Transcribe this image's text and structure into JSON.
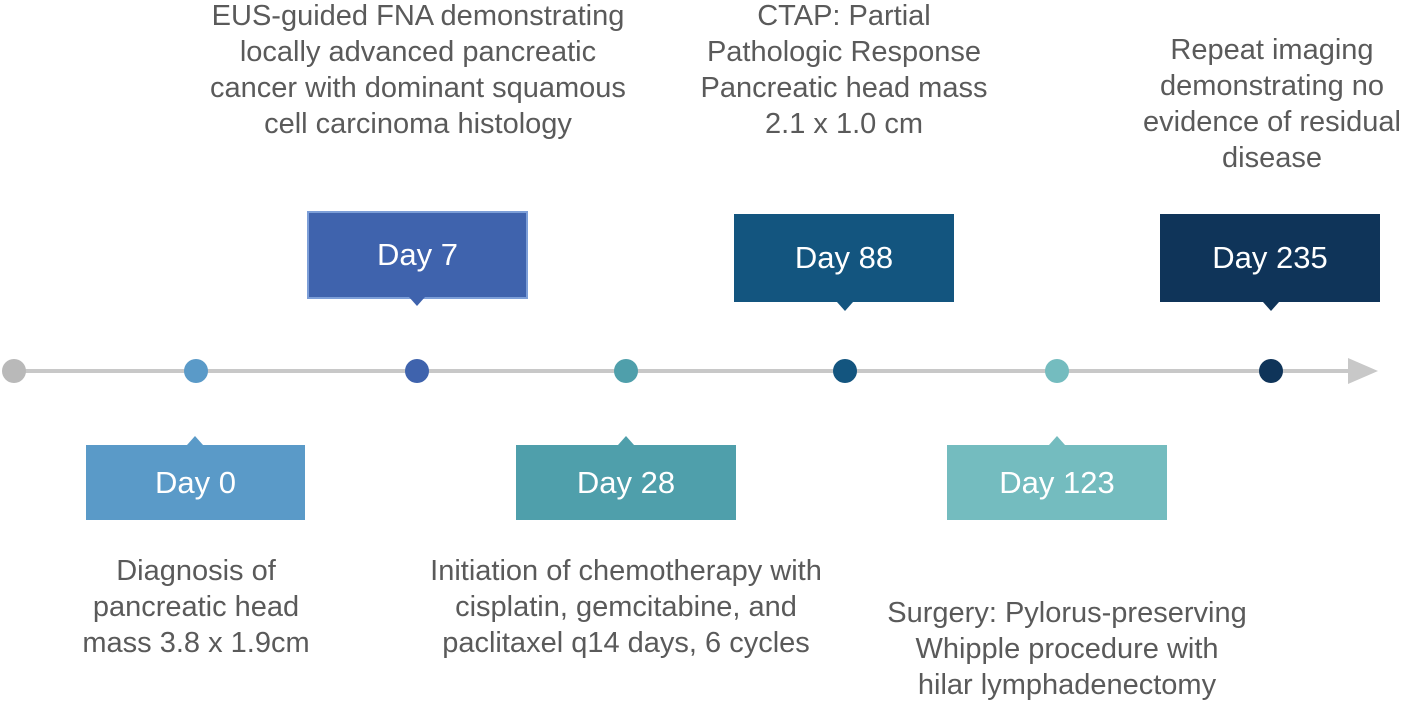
{
  "timeline": {
    "line_color": "#c8c8c8",
    "start_dot_color": "#b9b9b9",
    "events": [
      {
        "day": "Day 0",
        "color": "#5a9ac8",
        "description": "Diagnosis of\npancreatic head\nmass 3.8 x 1.9cm"
      },
      {
        "day": "Day 7",
        "color": "#3f63ad",
        "description": "EUS-guided FNA demonstrating\nlocally advanced pancreatic\ncancer with dominant squamous\ncell carcinoma histology"
      },
      {
        "day": "Day 28",
        "color": "#4f9fab",
        "description": "Initiation of chemotherapy with\ncisplatin, gemcitabine, and\npaclitaxel  q14 days, 6 cycles"
      },
      {
        "day": "Day 88",
        "color": "#13557f",
        "description": "CTAP: Partial\nPathologic Response\nPancreatic head mass\n2.1 x 1.0 cm"
      },
      {
        "day": "Day 123",
        "color": "#74bcbf",
        "description": "Surgery: Pylorus-preserving\nWhipple procedure with\nhilar lymphadenectomy"
      },
      {
        "day": "Day 235",
        "color": "#0f3459",
        "description": "Repeat imaging\ndemonstrating no\nevidence of residual\ndisease"
      }
    ]
  }
}
